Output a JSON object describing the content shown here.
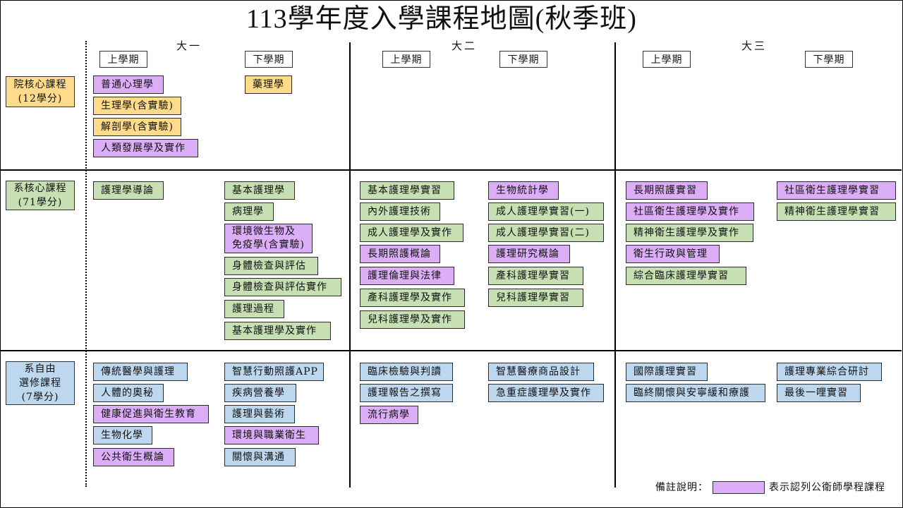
{
  "title": "113學年度入學課程地圖(秋季班)",
  "years": [
    "大一",
    "大二",
    "大三"
  ],
  "semesters": [
    "上學期",
    "下學期"
  ],
  "categories": {
    "college_core": {
      "line1": "院核心課程",
      "line2": "(12學分)"
    },
    "dept_core": {
      "line1": "系核心課程",
      "line2": "(71學分)"
    },
    "dept_elective": {
      "line1": "系自由",
      "line2": "選修課程",
      "line3": "(7學分)"
    }
  },
  "colors": {
    "public_health_program": "#dcaef7",
    "college_core": "#fddb8a",
    "dept_core": "#c6e0b4",
    "dept_elective": "#bdd7ee"
  },
  "college_core": {
    "y1_fall": [
      "普通心理學",
      "生理學(含實驗)",
      "解剖學(含實驗)",
      "人類發展學及實作"
    ],
    "y1_spring": [
      "藥理學"
    ]
  },
  "dept_core": {
    "y1_fall": [
      "護理學導論"
    ],
    "y1_spring": [
      "基本護理學",
      "病理學",
      "環境微生物及",
      "免疫學(含實驗)",
      "身體檢查與評估",
      "身體檢查與評估實作",
      "護理過程",
      "基本護理學及實作"
    ],
    "y2_fall": [
      "基本護理學實習",
      "內外護理技術",
      "成人護理學及實作",
      "長期照護概論",
      "護理倫理與法律",
      "產科護理學及實作",
      "兒科護理學及實作"
    ],
    "y2_spring": [
      "生物統計學",
      "成人護理學實習(一)",
      "成人護理學實習(二)",
      "護理研究概論",
      "產科護理學實習",
      "兒科護理學實習"
    ],
    "y3_fall": [
      "長期照護實習",
      "社區衛生護理學及實作",
      "精神衛生護理學及實作",
      "衛生行政與管理",
      "綜合臨床護理學實習"
    ],
    "y3_spring": [
      "社區衛生護理學實習",
      "精神衛生護理學實習"
    ]
  },
  "dept_elective": {
    "y1_fall": [
      "傳統醫學與護理",
      "人體的奧秘",
      "健康促進與衛生教育",
      "生物化學",
      "公共衛生概論"
    ],
    "y1_spring": [
      "智慧行動照護APP",
      "疾病營養學",
      "護理與藝術",
      "環境與職業衛生",
      "關懷與溝通"
    ],
    "y2_fall": [
      "臨床檢驗與判讀",
      "護理報告之撰寫",
      "流行病學"
    ],
    "y2_spring": [
      "智慧醫療商品設計",
      "急重症護理學及實作"
    ],
    "y3_fall": [
      "國際護理實習",
      "臨終關懷與安寧緩和療護"
    ],
    "y3_spring": [
      "護理專業綜合研討",
      "最後一哩實習"
    ]
  },
  "legend": {
    "label": "備註說明：",
    "description": "表示認列公衛師學程課程"
  }
}
